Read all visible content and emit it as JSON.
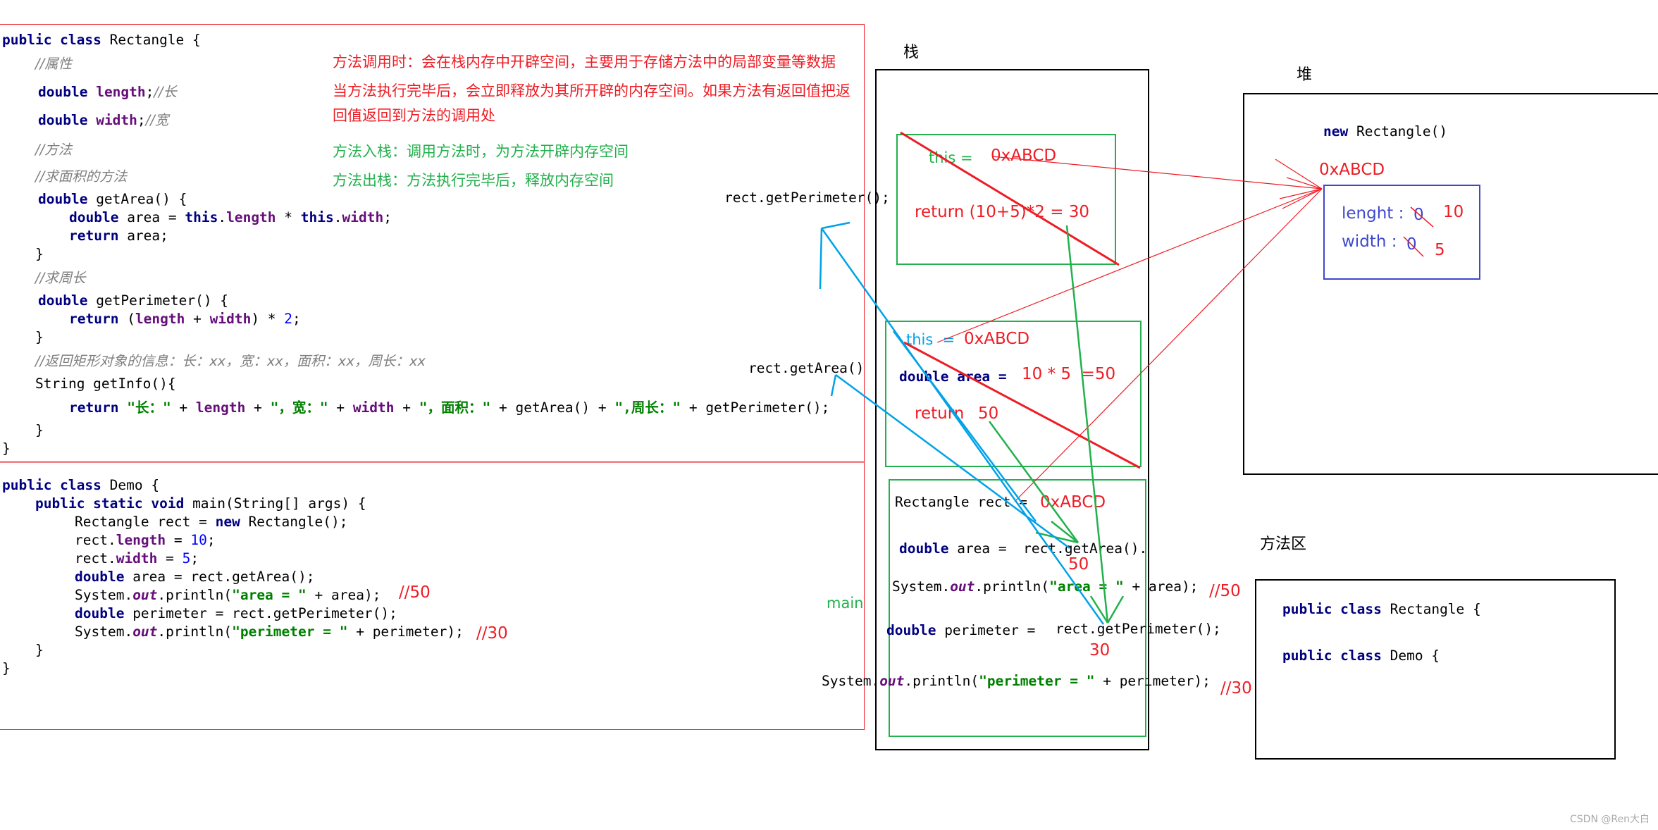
{
  "rectangle_class": {
    "decl": "public class Rectangle {",
    "c_attr": "//属性",
    "f_length": "double length;",
    "c_length": "//长",
    "f_width": "double width;",
    "c_width": "//宽",
    "c_method": "//方法",
    "c_area": "//求面积的方法",
    "getarea_sig": "double getArea() {",
    "getarea_body": "double area = this.length * this.width;",
    "getarea_ret": "return area;",
    "close1": "}",
    "c_perim": "//求周长",
    "perim_sig": "double getPerimeter() {",
    "perim_ret": "return (length + width) * 2;",
    "close2": "}",
    "c_info": "//返回矩形对象的信息：长：xx，宽：xx，面积：xx，周长：xx",
    "info_sig": "String getInfo(){",
    "info_ret": "return \"长：\" + length + \"，宽：\" + width + \"，面积：\" + getArea() + \",周长：\" + getPerimeter();",
    "close3": "}",
    "close4": "}"
  },
  "demo_class": {
    "decl": "public class Demo {",
    "main_sig": "public static void main(String[] args) {",
    "l1": "Rectangle rect = new Rectangle();",
    "l2": "rect.length = 10;",
    "l3": "rect.width = 5;",
    "l4": "double area = rect.getArea();",
    "l5": "System.out.println(\"area = \" + area);",
    "l5_note": "//50",
    "l6": "double perimeter = rect.getPerimeter();",
    "l7": "System.out.println(\"perimeter = \" + perimeter);",
    "l7_note": "//30",
    "close1": "}",
    "close2": "}"
  },
  "notes": {
    "red1": "方法调用时：会在栈内存中开辟空间，主要用于存储方法中的局部变量等数据",
    "red2": "当方法执行完毕后，会立即释放为其所开辟的内存空间。如果方法有返回值把返",
    "red3": "回值返回到方法的调用处",
    "green1": "方法入栈：调用方法时，为方法开辟内存空间",
    "green2": "方法出栈：方法执行完毕后，释放内存空间"
  },
  "stack": {
    "title": "栈",
    "perim_frame_this": "this =",
    "perim_frame_addr": "0xABCD",
    "perim_frame_return": "return (10+5)*2 = 30",
    "perim_call": "rect.getPerimeter();",
    "area_frame_this": "this  =",
    "area_frame_addr": "0xABCD",
    "area_frame_var": "double area =",
    "area_frame_expr": "10 * 5  =50",
    "area_frame_return": "return",
    "area_frame_ret_val": "50",
    "area_call": "rect.getArea()",
    "main_label": "main",
    "main_rect": "Rectangle rect =",
    "main_rect_addr": "0xABCD",
    "main_area": "double area =  rect.getArea().",
    "main_area_val": "50",
    "main_print1": "System.out.println(\"area = \" + area);",
    "main_print1_note": "//50",
    "main_perim": "double perimeter =",
    "main_perim_call": "rect.getPerimeter();",
    "main_perim_val": "30",
    "main_print2": "System.out.println(\"perimeter = \" + perimeter);",
    "main_print2_note": "//30"
  },
  "heap": {
    "title": "堆",
    "new_obj": "new Rectangle()",
    "addr": "0xABCD",
    "length_label": "lenght :",
    "length_old": "0",
    "length_new": "10",
    "width_label": "width :",
    "width_old": "0",
    "width_new": "5"
  },
  "method_area": {
    "title": "方法区",
    "line1": "public class Rectangle {",
    "line2": "public class Demo {"
  },
  "watermark": "CSDN @Ren大白",
  "colors": {
    "red": "#ee1c24",
    "green": "#22b14c",
    "blue": "#00a2e8",
    "navy": "#3f48cc"
  }
}
